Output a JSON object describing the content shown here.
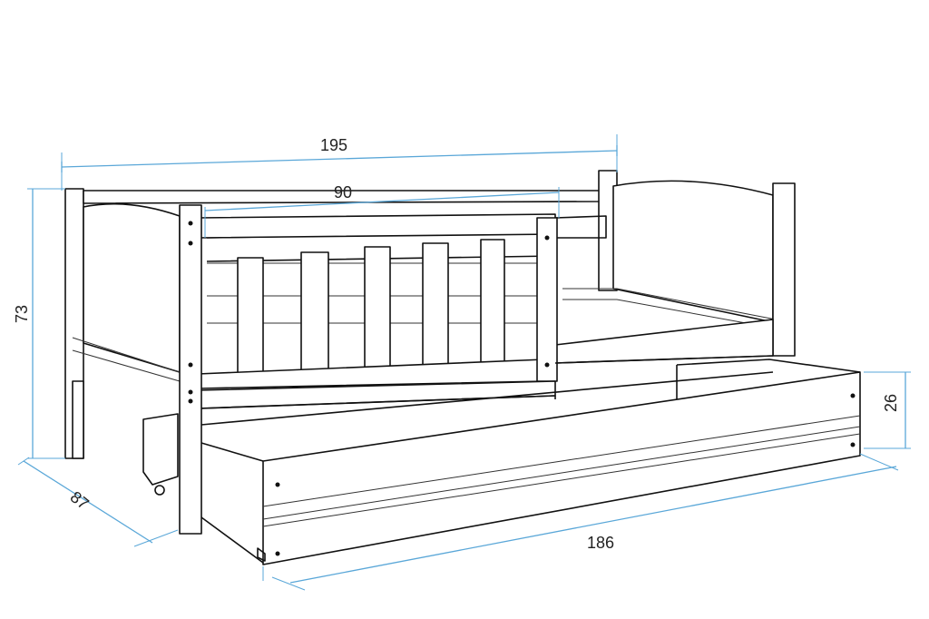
{
  "diagram": {
    "dimensions": {
      "overall_length": "195",
      "guard_rail_length": "90",
      "height": "73",
      "depth": "87",
      "drawer_length": "186",
      "drawer_height": "26"
    },
    "colors": {
      "outline": "#111111",
      "dimension_line": "#5aa7d8",
      "background": "#ffffff"
    }
  }
}
